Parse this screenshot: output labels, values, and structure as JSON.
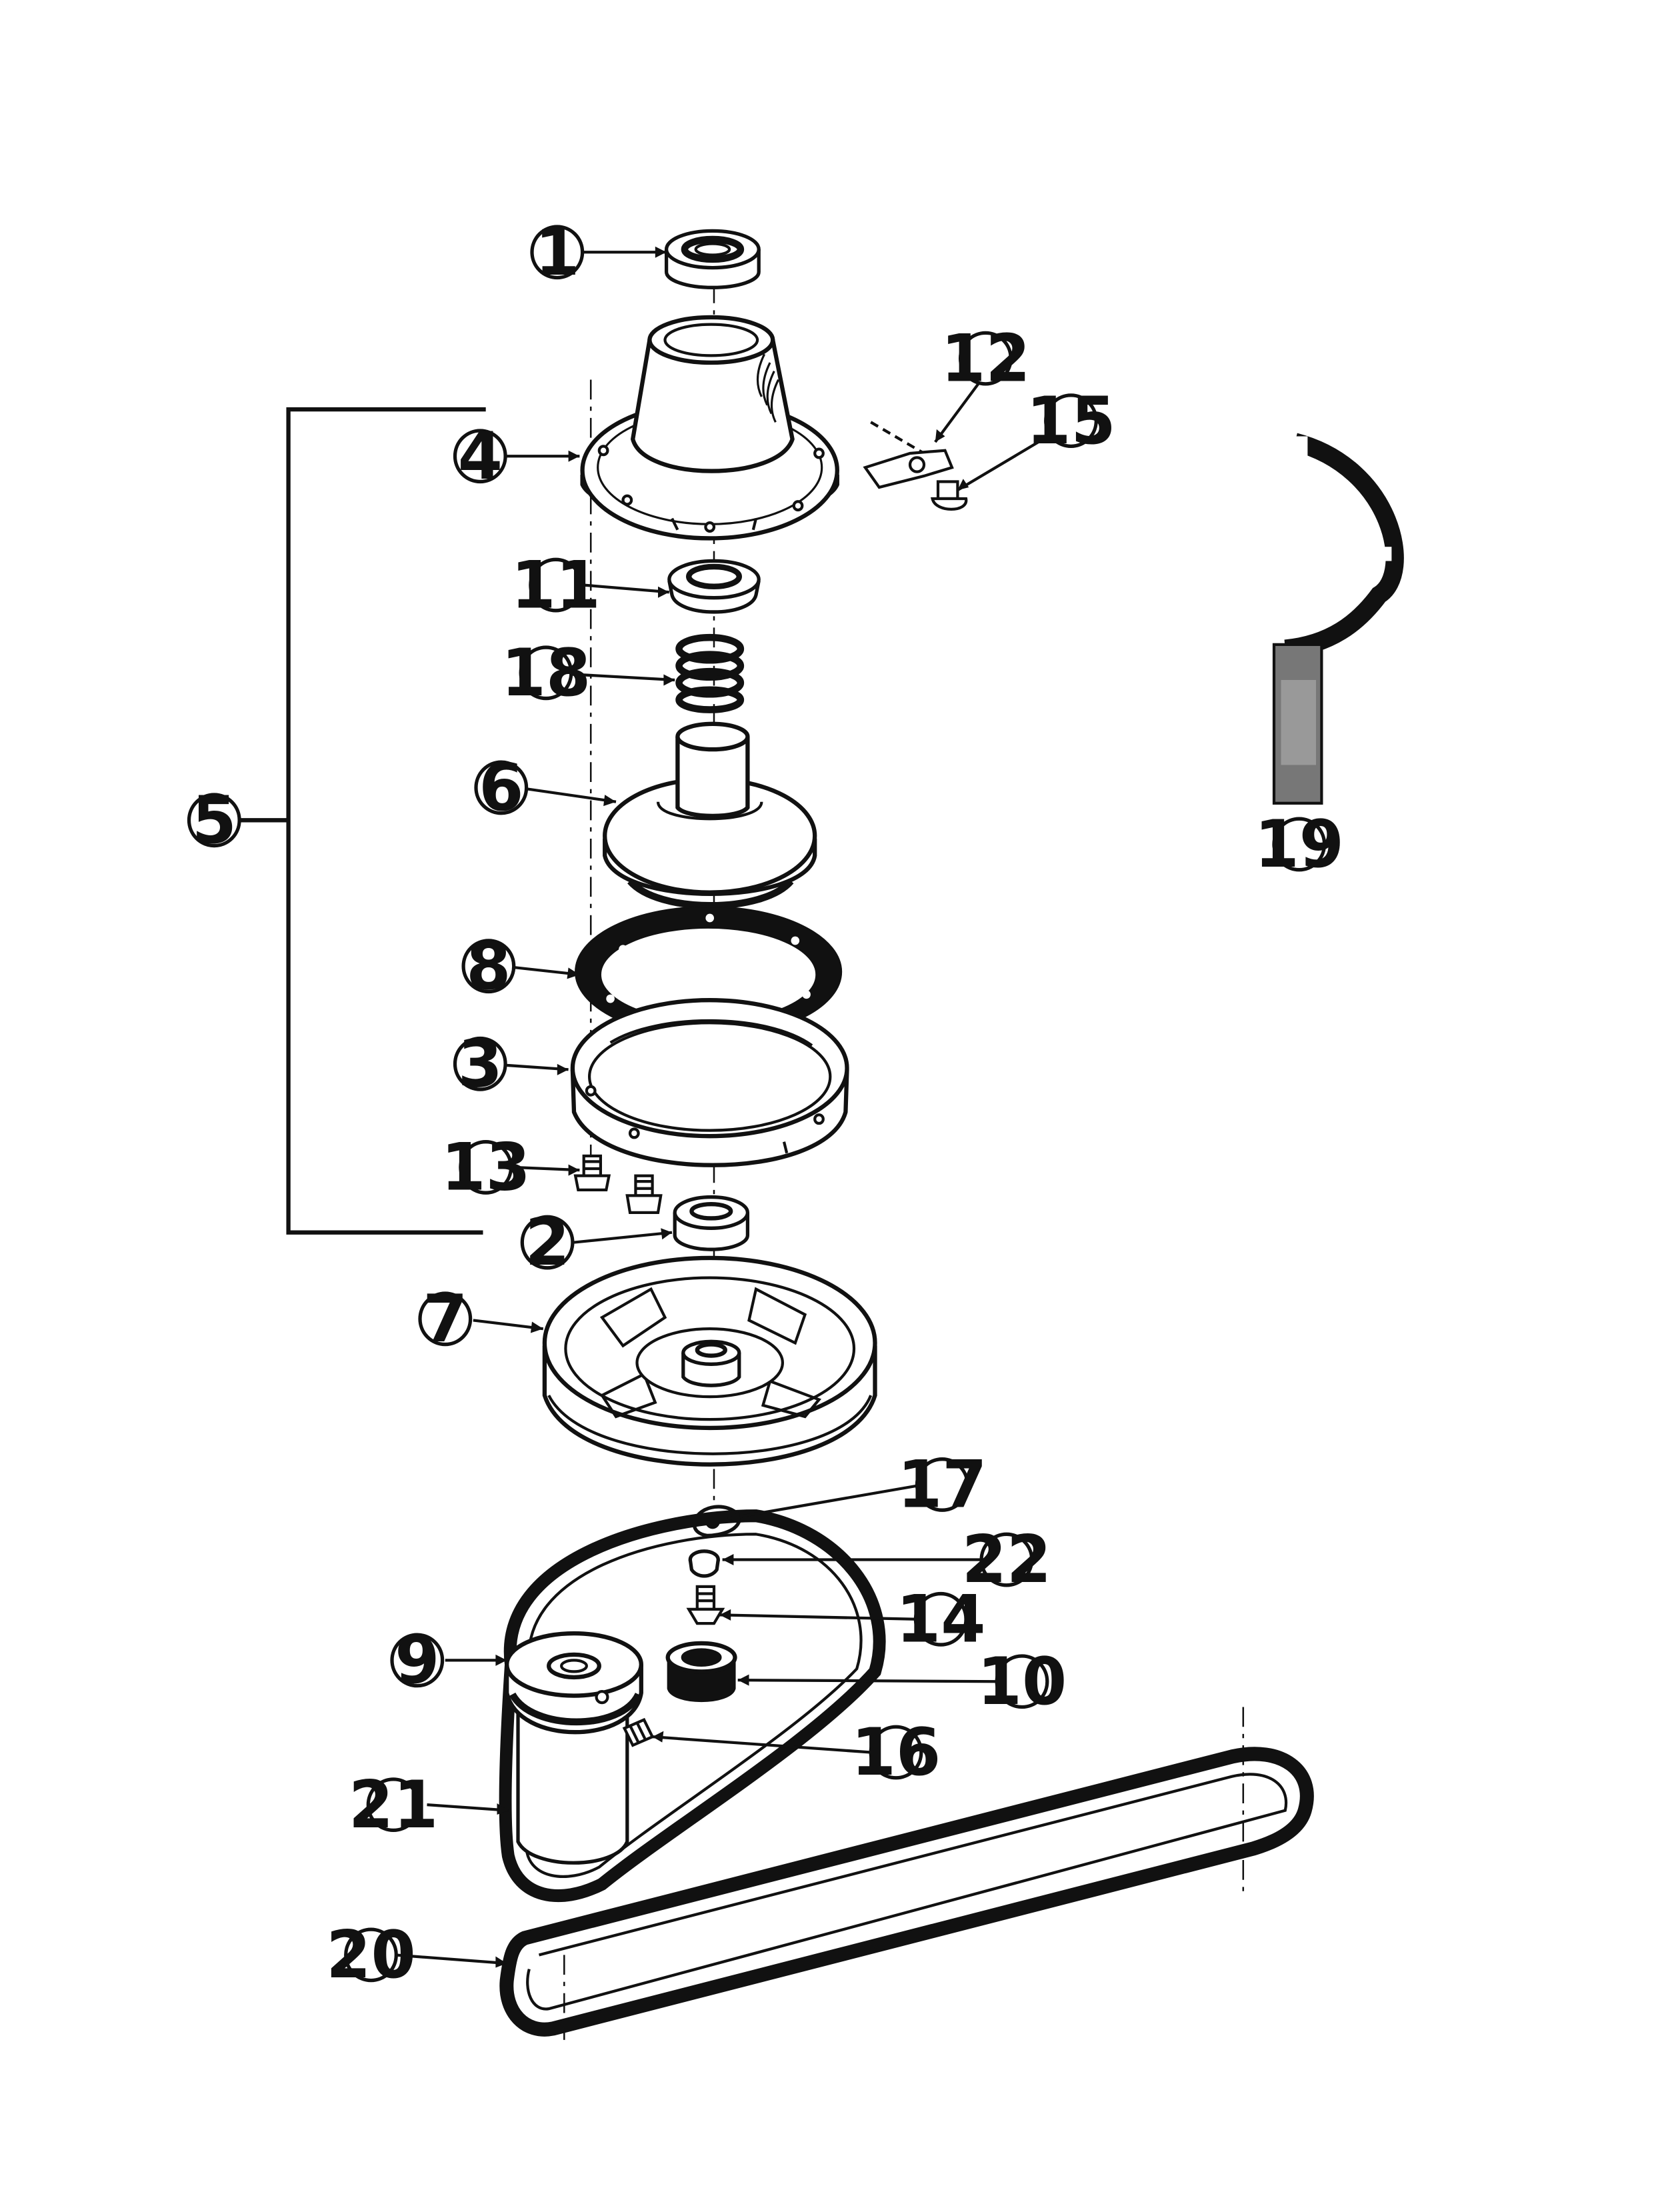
{
  "diagram": {
    "ink": "#111111",
    "paper": "#ffffff",
    "callouts": [
      "1",
      "2",
      "3",
      "4",
      "5",
      "6",
      "7",
      "8",
      "9",
      "10",
      "11",
      "12",
      "13",
      "14",
      "15",
      "16",
      "17",
      "18",
      "19",
      "20",
      "21",
      "22"
    ]
  }
}
